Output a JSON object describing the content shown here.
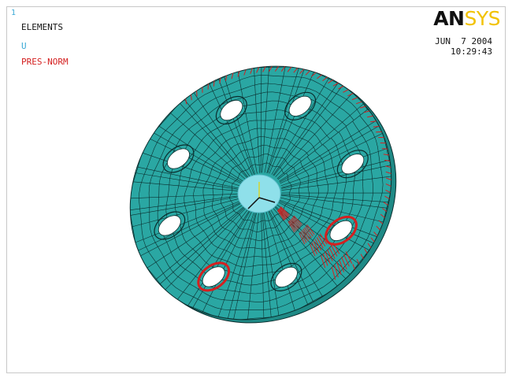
{
  "window": {
    "number": "1",
    "legend": {
      "elements": "ELEMENTS",
      "u": "U",
      "pres": "PRES-NORM"
    },
    "logo": {
      "part1": "AN",
      "part2": "SYS"
    },
    "date": "JUN  7 2004",
    "time": "10:29:43"
  },
  "colors": {
    "background": "#ffffff",
    "element_fill": "#2aa7a3",
    "hub_fill": "#8fe0ea",
    "mesh_lines": "#0b2e2e",
    "pressure": "#d42020",
    "u_label": "#3aa9d6",
    "logo_an": "#111111",
    "logo_sys": "#f2c200",
    "window_number": "#3aa9d6"
  },
  "icons": [
    "coordinate-triad-icon",
    "ansys-logo"
  ]
}
